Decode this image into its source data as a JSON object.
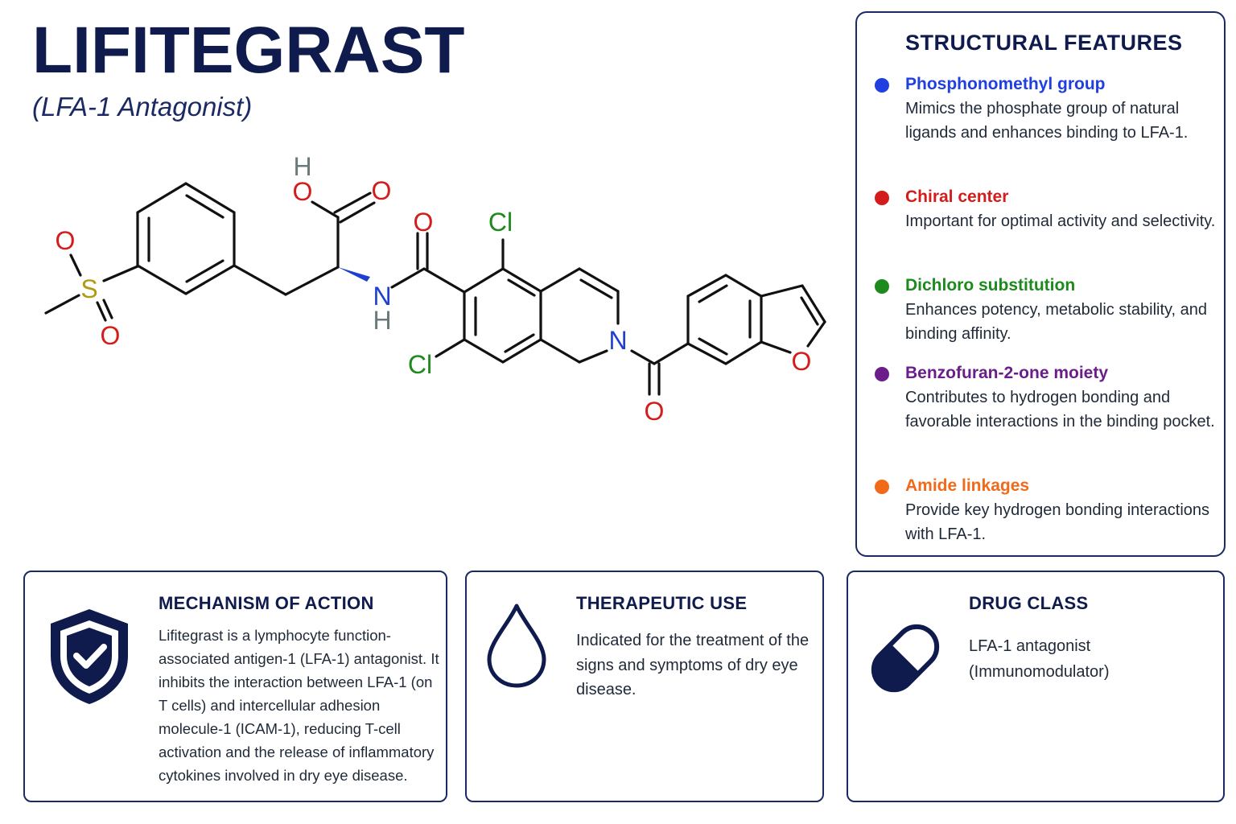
{
  "header": {
    "title": "LIFITEGRAST",
    "subtitle": "(LFA-1 Antagonist)"
  },
  "molecule": {
    "atom_labels": {
      "O": "O",
      "S": "S",
      "H": "H",
      "N": "N",
      "Cl": "Cl"
    },
    "colors": {
      "bond": "#111111",
      "oxygen": "#d41c1c",
      "sulfur": "#b09a12",
      "nitrogen": "#1f3fd1",
      "chlorine": "#1d8a1d",
      "hydrogen": "#6b7b7b",
      "wedge": "#1f3fd1"
    }
  },
  "structural_features": {
    "title": "STRUCTURAL FEATURES",
    "items": [
      {
        "title": "Phosphonomethyl group",
        "color": "#1f3fe0",
        "description": "Mimics the phosphate group of natural ligands and enhances binding to LFA-1."
      },
      {
        "title": "Chiral center",
        "color": "#d41c1c",
        "description": "Important for optimal activity and selectivity."
      },
      {
        "title": "Dichloro substitution",
        "color": "#1d8a1d",
        "description": "Enhances potency, metabolic stability, and binding affinity."
      },
      {
        "title": "Benzofuran-2-one moiety",
        "color": "#6b1d8a",
        "description": "Contributes to hydrogen bonding and favorable interactions in the binding pocket."
      },
      {
        "title": "Amide linkages",
        "color": "#f06a1a",
        "description": "Provide key hydrogen bonding interactions with LFA-1."
      }
    ]
  },
  "cards": {
    "mechanism": {
      "title": "MECHANISM OF ACTION",
      "icon": "shield-check-icon",
      "text": "Lifitegrast is a lymphocyte function-associated antigen-1 (LFA-1) antagonist. It inhibits the interaction between LFA-1 (on T cells) and intercellular adhesion molecule-1 (ICAM-1), reducing T-cell activation and the release of inflammatory cytokines involved in dry eye disease."
    },
    "therapeutic": {
      "title": "THERAPEUTIC USE",
      "icon": "droplet-icon",
      "text": "Indicated for the treatment of the signs and symptoms of dry eye disease."
    },
    "drug_class": {
      "title": "DRUG CLASS",
      "icon": "capsule-icon",
      "text": "LFA-1 antagonist (Immunomodulator)"
    }
  },
  "theme": {
    "navy": "#0f1b4d",
    "border": "#1b2a63"
  }
}
